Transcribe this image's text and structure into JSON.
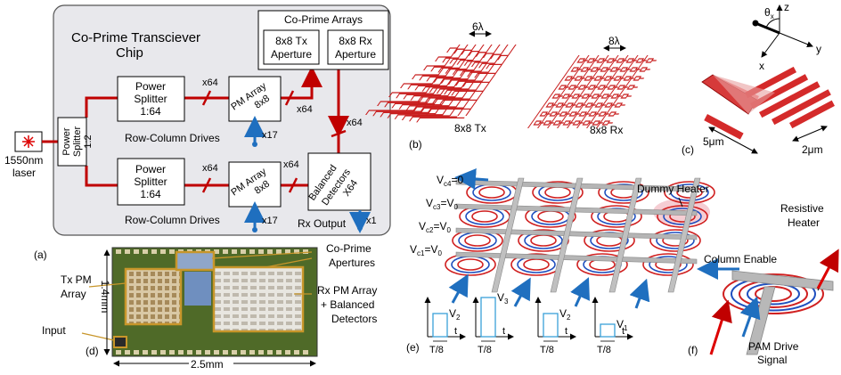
{
  "panel_a": {
    "tag": "(a)",
    "chip_title_1": "Co-Prime Transciever",
    "chip_title_2": "Chip",
    "laser_label_1": "1550nm",
    "laser_label_2": "laser",
    "splitter12": [
      "Power",
      "Splitter",
      "1:2"
    ],
    "splitter64_top": [
      "Power",
      "Splitter",
      "1:64"
    ],
    "splitter64_bot": [
      "Power",
      "Splitter",
      "1:64"
    ],
    "pm_top": [
      "PM Array",
      "8x8"
    ],
    "pm_bot": [
      "PM Array",
      "8x8"
    ],
    "arrays_title": "Co-Prime Arrays",
    "tx_ap": [
      "8x8 Tx",
      "Aperture"
    ],
    "rx_ap": [
      "8x8 Rx",
      "Aperture"
    ],
    "det": [
      "Balanced",
      "Detectors",
      "X64"
    ],
    "x64": "x64",
    "x17": "x17",
    "x1": "x1",
    "row_col": "Row-Column Drives",
    "rx_output": "Rx Output"
  },
  "panel_b": {
    "tag": "(b)",
    "tx_label": "8x8 Tx",
    "rx_label": "8x8 Rx",
    "tx_pitch": "6λ",
    "rx_pitch": "8λ"
  },
  "panel_c": {
    "tag": "(c)",
    "theta": "θ",
    "theta_sub": "x",
    "axis_z": "z",
    "axis_y": "y",
    "axis_x": "x",
    "dim1": "5μm",
    "dim2": "2μm"
  },
  "panel_d": {
    "tag": "(d)",
    "co_prime": [
      "Co-Prime",
      "Apertures"
    ],
    "tx_pm": [
      "Tx PM",
      "Array"
    ],
    "rx_pm": [
      "Rx PM Array",
      "+ Balanced",
      "Detectors"
    ],
    "input": "Input",
    "height": "1.4mm",
    "width": "2.5mm"
  },
  "panel_e": {
    "tag": "(e)",
    "dummy": "Dummy Heater",
    "v_labels": [
      {
        "sym": "V",
        "sub": "c4",
        "val": "=0"
      },
      {
        "sym": "V",
        "sub": "c3",
        "val": "=V",
        "valsub": "0"
      },
      {
        "sym": "V",
        "sub": "c2",
        "val": "=V",
        "valsub": "0"
      },
      {
        "sym": "V",
        "sub": "c1",
        "val": "=V",
        "valsub": "0"
      }
    ],
    "waveforms": [
      {
        "v": "V",
        "vsub": "2",
        "t": "t",
        "period": "T/8"
      },
      {
        "v": "V",
        "vsub": "3",
        "t": "t",
        "period": "T/8"
      },
      {
        "v": "V",
        "vsub": "2",
        "t": "t",
        "period": "T/8"
      },
      {
        "v": "V",
        "vsub": "1",
        "t": "t",
        "period": "T/8"
      }
    ]
  },
  "panel_f": {
    "tag": "(f)",
    "resistive": [
      "Resistive",
      "Heater"
    ],
    "column": "Column Enable",
    "pam": [
      "PAM Drive",
      "Signal"
    ]
  }
}
